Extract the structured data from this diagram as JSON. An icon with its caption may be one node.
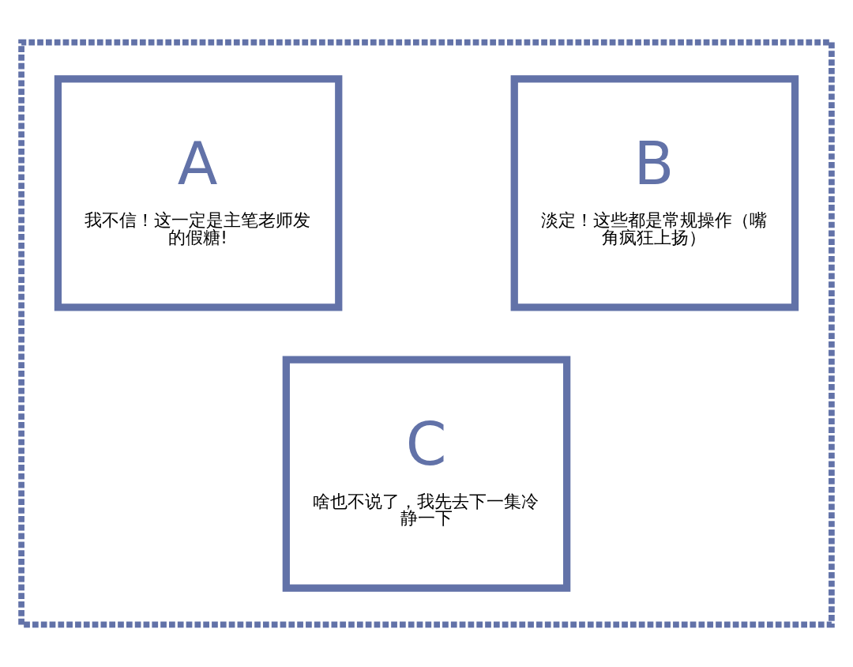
{
  "diagram": {
    "nodes": [
      {
        "text": [],
        "shape": "box"
      },
      {
        "text": [
          "A",
          "我不信！这一定是主笔老师发的假糖!"
        ],
        "in": 0
      },
      {
        "text": [
          "B",
          "淡定！这些都是常规操作（嘴角疯狂上扬）"
        ],
        "in": 0
      },
      {
        "text": [
          "C",
          "啥也不说了，我先去下一集冷静一下"
        ],
        "in": 0
      }
    ],
    "edges": []
  }
}
